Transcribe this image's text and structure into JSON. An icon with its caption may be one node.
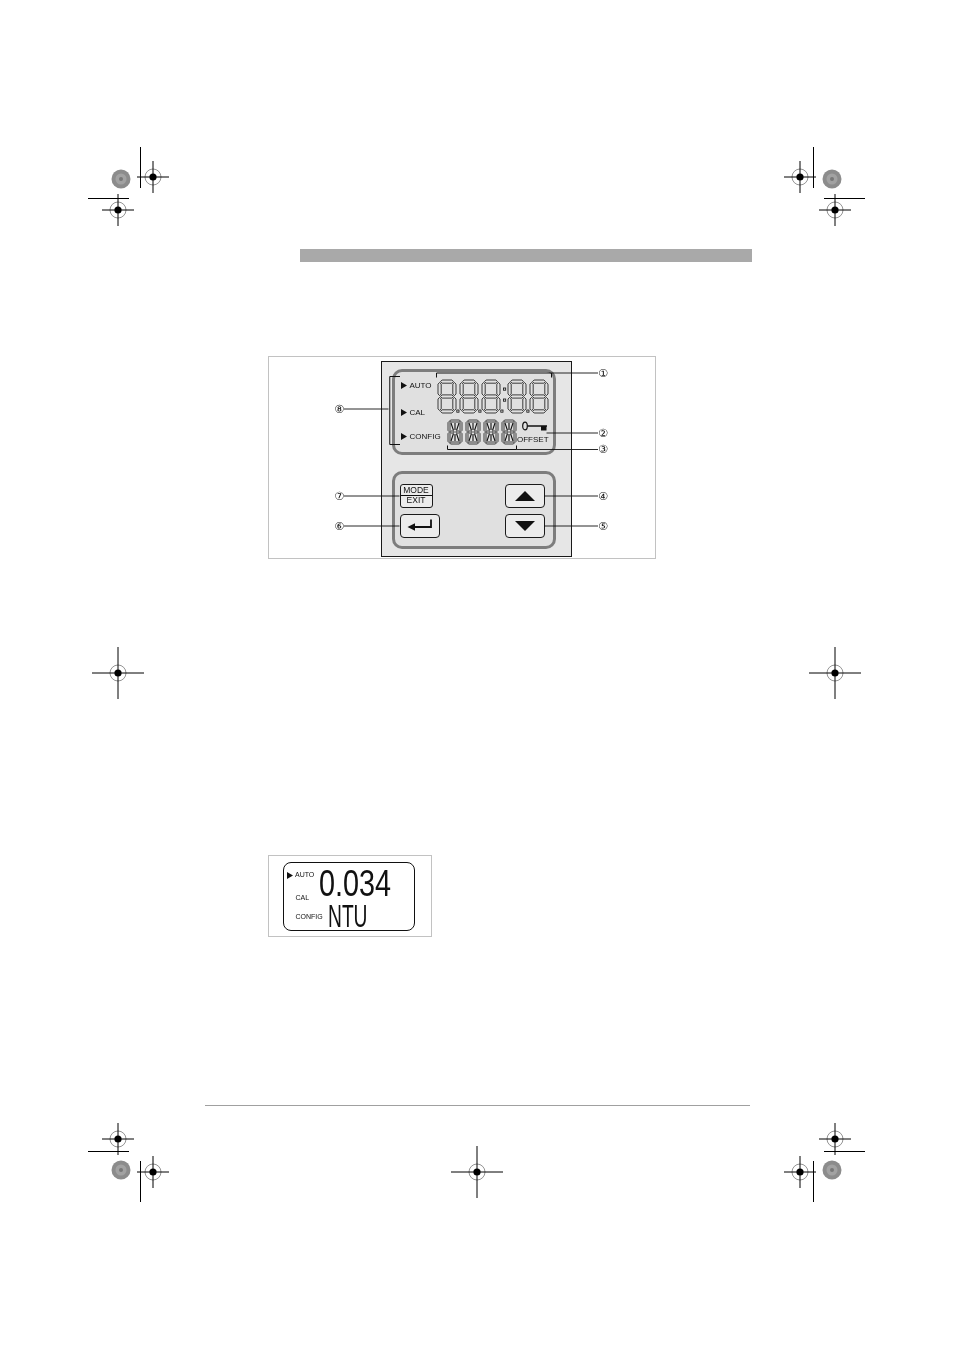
{
  "diagram": {
    "nodes": [
      {
        "text": [],
        "shape": "box"
      },
      {
        "text": [],
        "shape": "box",
        "in": 0
      },
      {
        "text": [
          "AUTO",
          "CAL",
          "CONFIG"
        ],
        "in": 1
      },
      {
        "text": [],
        "shape": "picture",
        "in": 1
      },
      {
        "text": [],
        "shape": "picture",
        "in": 1
      },
      {
        "text": [],
        "shape": "picture",
        "in": 1
      },
      {
        "text": [],
        "shape": "box",
        "in": 0
      },
      {
        "text": [
          "MODE",
          "EXIT"
        ],
        "in": 6
      },
      {
        "text": [],
        "shape": "box",
        "in": 6
      },
      {
        "text": [],
        "shape": "box",
        "in": 6
      },
      {
        "text": [],
        "shape": "box",
        "in": 6
      },
      {
        "text": [
          "①"
        ]
      },
      {
        "text": [
          "②"
        ]
      },
      {
        "text": [
          "③"
        ]
      },
      {
        "text": [
          "④"
        ]
      },
      {
        "text": [
          "⑤"
        ]
      },
      {
        "text": [
          "⑥"
        ]
      },
      {
        "text": [
          "⑦"
        ]
      },
      {
        "text": [
          "⑧"
        ]
      },
      {
        "text": [
          "AUTO",
          "0.034",
          "CAL",
          "CONFIG",
          "NTU"
        ]
      }
    ],
    "edges": [
      {
        "from": 11,
        "to": 3,
        "arrow": "none"
      },
      {
        "from": 12,
        "to": 5,
        "arrow": "none"
      },
      {
        "from": 13,
        "to": 4,
        "arrow": "none"
      },
      {
        "from": 14,
        "to": 9,
        "arrow": "none"
      },
      {
        "from": 15,
        "to": 10,
        "arrow": "none"
      },
      {
        "from": 16,
        "to": 8,
        "arrow": "none"
      },
      {
        "from": 17,
        "to": 7,
        "arrow": "none"
      },
      {
        "from": 18,
        "to": 2,
        "arrow": "none"
      }
    ],
    "labels": [
      "OFFSET"
    ]
  }
}
